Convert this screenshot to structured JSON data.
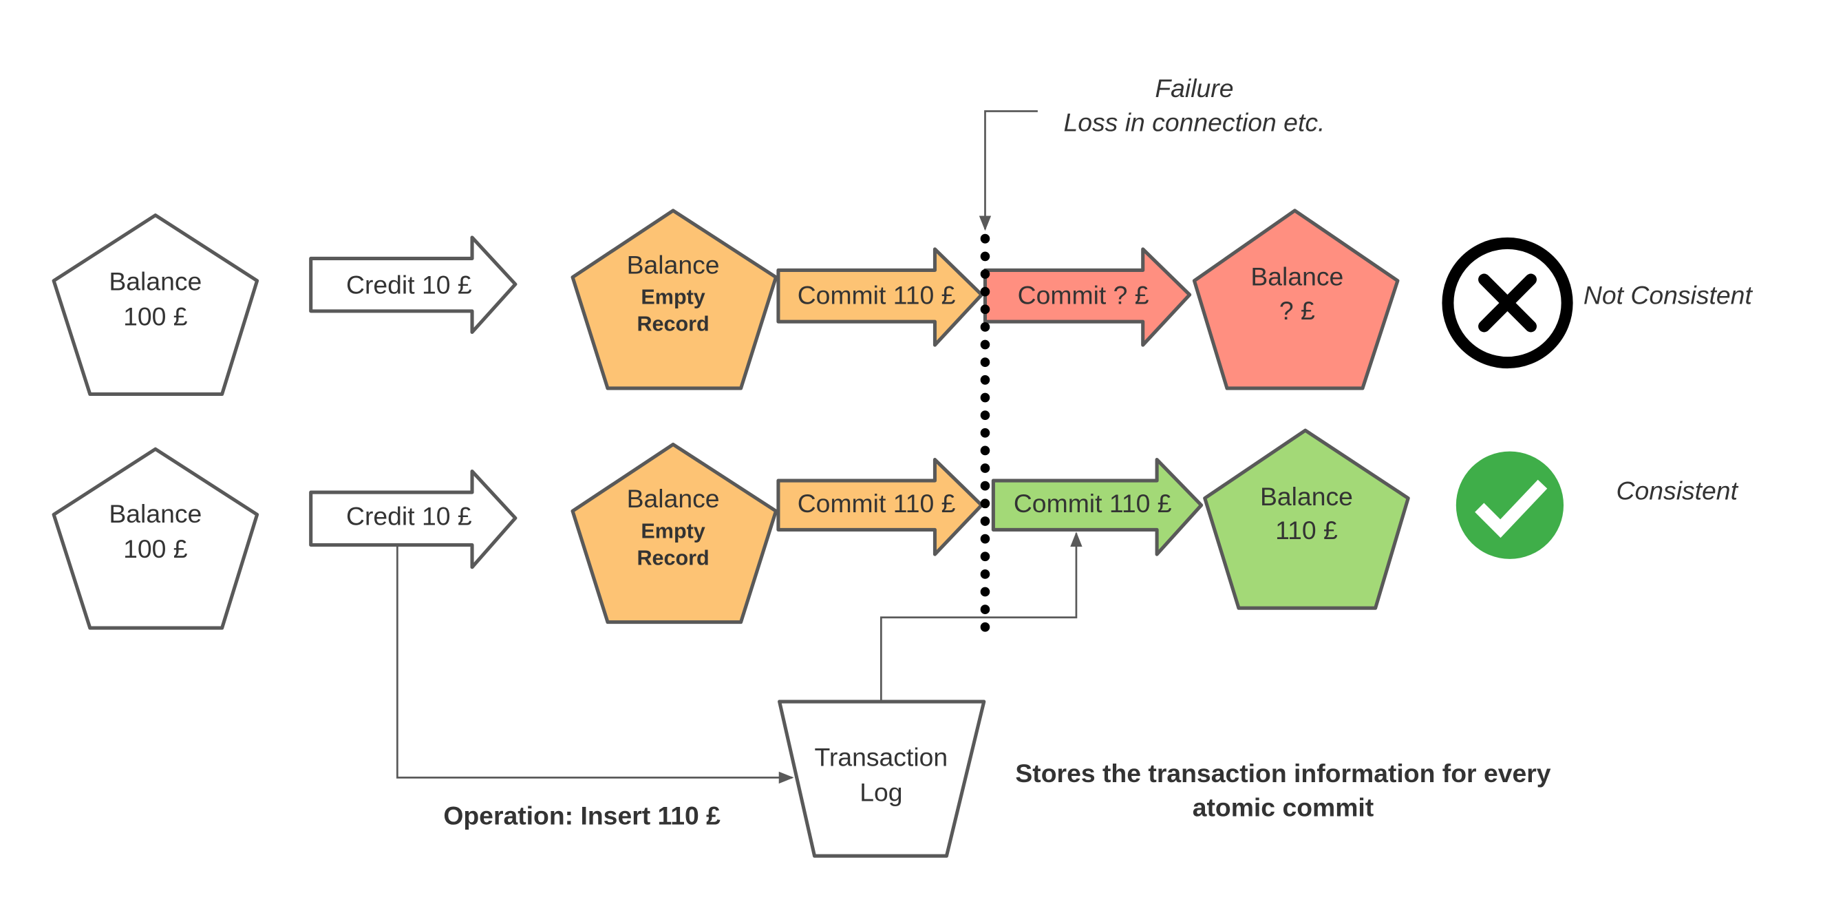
{
  "colors": {
    "orange": "#fdc374",
    "red": "#ff8f80",
    "green": "#a3d977",
    "white": "#ffffff",
    "check": "#3fae49",
    "stroke": "#595959"
  },
  "failure": {
    "title": "Failure",
    "subtitle": "Loss in connection etc."
  },
  "row1": {
    "start": {
      "line1": "Balance",
      "line2": "100 £"
    },
    "credit": "Credit 10 £",
    "pending": {
      "line1": "Balance",
      "line2": "Empty",
      "line3": "Record"
    },
    "commit": "Commit 110 £",
    "failed_commit": "Commit ? £",
    "result": {
      "line1": "Balance",
      "line2": "? £"
    },
    "status_icon": "x-circle-icon",
    "status": "Not Consistent"
  },
  "row2": {
    "start": {
      "line1": "Balance",
      "line2": "100 £"
    },
    "credit": "Credit 10 £",
    "pending": {
      "line1": "Balance",
      "line2": "Empty",
      "line3": "Record"
    },
    "commit": "Commit 110 £",
    "recovered_commit": "Commit 110 £",
    "result": {
      "line1": "Balance",
      "line2": "110 £"
    },
    "status_icon": "check-circle-icon",
    "status": "Consistent"
  },
  "log": {
    "line1": "Transaction",
    "line2": "Log"
  },
  "operation": "Operation: Insert 110 £",
  "log_note": {
    "line1": "Stores the transaction information for every",
    "line2": "atomic commit"
  }
}
